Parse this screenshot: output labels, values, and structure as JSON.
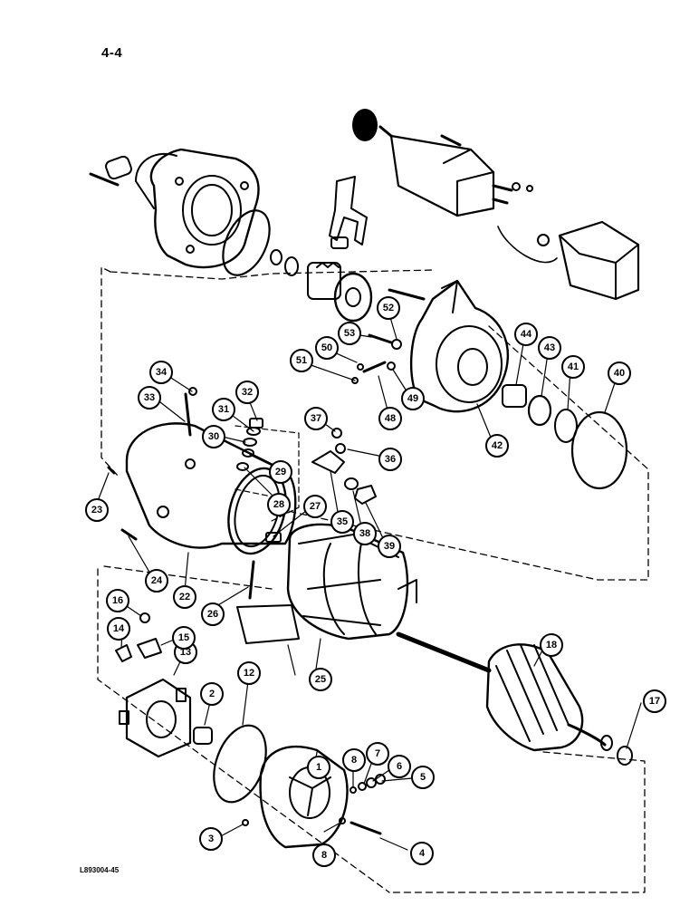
{
  "page_number": "4-4",
  "figure_code": "L893004-45",
  "callouts": [
    "1",
    "2",
    "3",
    "4",
    "5",
    "6",
    "7",
    "8",
    "8",
    "12",
    "13",
    "14",
    "15",
    "16",
    "17",
    "18",
    "22",
    "23",
    "24",
    "25",
    "26",
    "27",
    "28",
    "29",
    "30",
    "31",
    "32",
    "33",
    "34",
    "35",
    "36",
    "37",
    "38",
    "39",
    "40",
    "41",
    "42",
    "43",
    "44",
    "48",
    "49",
    "50",
    "51",
    "52",
    "53"
  ]
}
